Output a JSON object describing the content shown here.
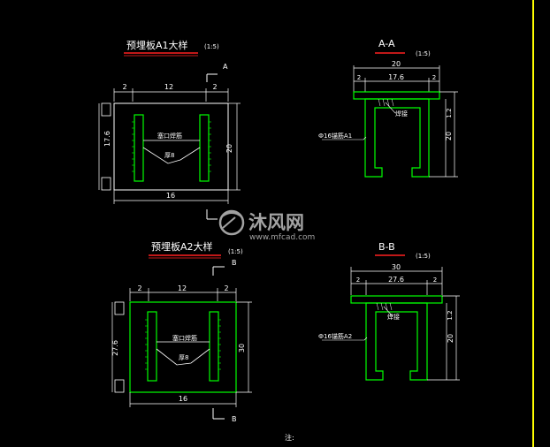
{
  "colors": {
    "background": "#000000",
    "line_white": "#ffffff",
    "line_green": "#00ff00",
    "title_underline": "#ff2020",
    "border_yellow": "#ffff00",
    "watermark": "#bfbfbf"
  },
  "detail_a1": {
    "title": "预埋板A1大样",
    "scale": "(1:5)",
    "section_mark": "A",
    "dims_top": [
      "2",
      "12",
      "2"
    ],
    "dim_bottom": "16",
    "dim_left": "17.6",
    "dim_right": "20",
    "label_weld": "塞口焊筋",
    "label_thick": "厚8"
  },
  "section_aa": {
    "title": "A-A",
    "scale": "(1:5)",
    "dim_overall": "20",
    "dims_sub": [
      "2",
      "17.6",
      "2"
    ],
    "dim_right_small": "1.2",
    "dim_right_large": "20",
    "label_weld": "焊接",
    "label_anchor": "Ф16锚筋A1"
  },
  "detail_a2": {
    "title": "预埋板A2大样",
    "scale": "(1:5)",
    "section_mark": "B",
    "dims_top": [
      "2",
      "12",
      "2"
    ],
    "dim_bottom": "16",
    "dim_left": "27.6",
    "dim_right": "30",
    "label_weld": "塞口焊筋",
    "label_thick": "厚8"
  },
  "section_bb": {
    "title": "B-B",
    "scale": "(1:5)",
    "dim_overall": "30",
    "dims_sub": [
      "2",
      "27.6",
      "2"
    ],
    "dim_right_small": "1.2",
    "dim_right_large": "20",
    "label_weld": "焊接",
    "label_anchor": "Ф16锚筋A2"
  },
  "note": {
    "label": "注:"
  },
  "watermark": {
    "name": "沐风网",
    "url": "www.mfcad.com"
  }
}
